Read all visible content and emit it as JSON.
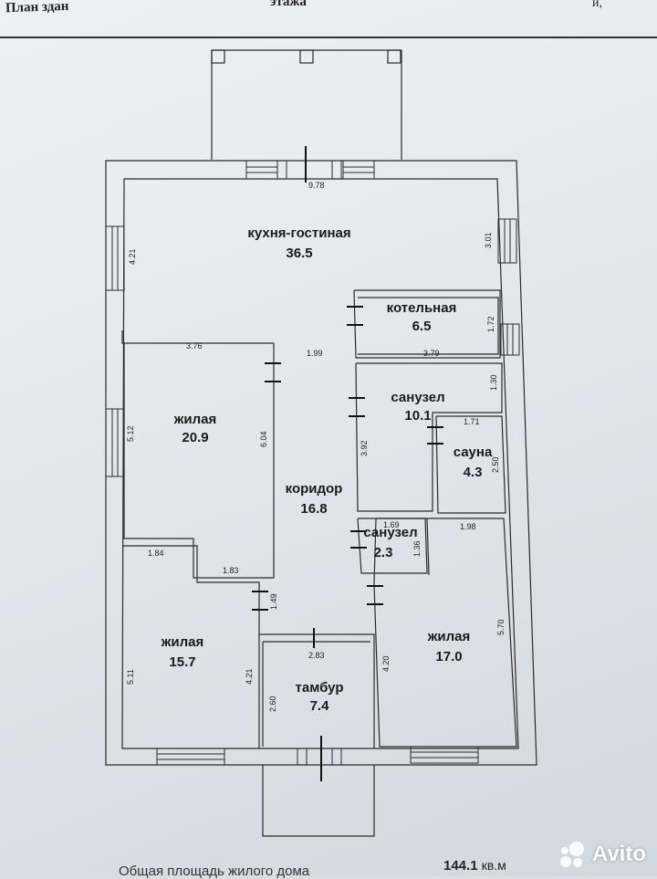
{
  "header": {
    "title_left": "План здан",
    "title_center": "этажа",
    "title_right": "и,"
  },
  "rooms": [
    {
      "id": "kitchen",
      "name": "кухня-гостиная",
      "area": "36.5"
    },
    {
      "id": "boiler",
      "name": "котельная",
      "area": "6.5"
    },
    {
      "id": "bathroom",
      "name": "санузел",
      "area": "10.1"
    },
    {
      "id": "sauna",
      "name": "сауна",
      "area": "4.3"
    },
    {
      "id": "living1",
      "name": "жилая",
      "area": "20.9"
    },
    {
      "id": "corridor",
      "name": "коридор",
      "area": "16.8"
    },
    {
      "id": "wc",
      "name": "санузел",
      "area": "2.3"
    },
    {
      "id": "living2",
      "name": "жилая",
      "area": "15.7"
    },
    {
      "id": "vestibule",
      "name": "тамбур",
      "area": "7.4"
    },
    {
      "id": "living3",
      "name": "жилая",
      "area": "17.0"
    }
  ],
  "dimensions": [
    "9.78",
    "4.21",
    "3.01",
    "1.72",
    "3.76",
    "1.99",
    "3.79",
    "1.30",
    "1.71",
    "5.12",
    "6.04",
    "3.92",
    "2.50",
    "1.69",
    "1.98",
    "1.84",
    "1.83",
    "1.36",
    "1.49",
    "2.83",
    "5.11",
    "4.21",
    "2.60",
    "4.20",
    "5.70"
  ],
  "footer": {
    "label": "Общая площадь жилого дома",
    "total": "144.1",
    "unit": "кв.м"
  },
  "watermark": {
    "text": "Avito",
    "icon": "avito-logo-icon"
  }
}
